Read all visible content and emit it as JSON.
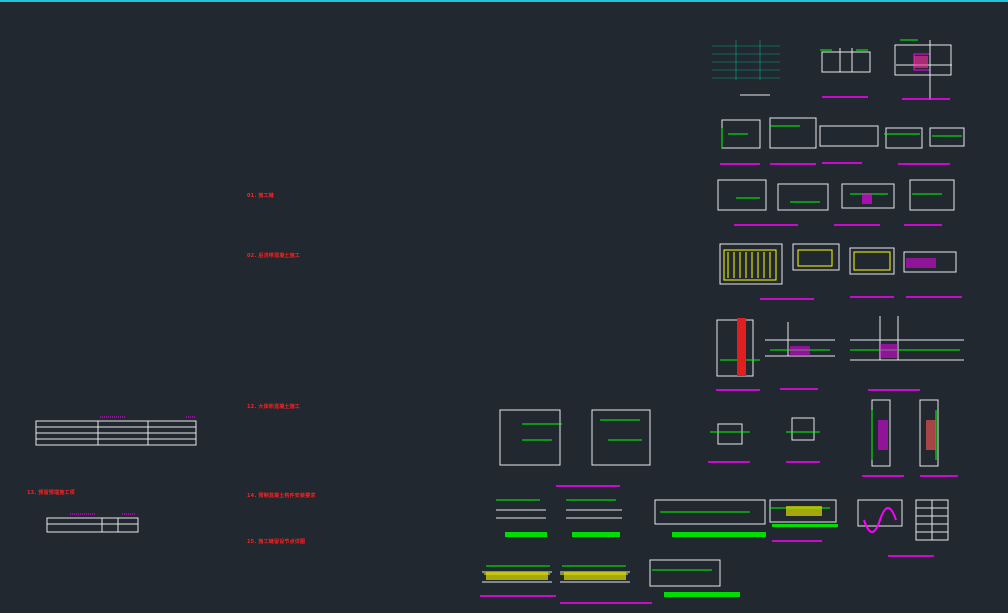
{
  "colors": {
    "bg": "#212830",
    "top_line": "#21c4d6",
    "note": "#ff2020",
    "white": "#e8e8e8",
    "magenta": "#ff00ff",
    "green": "#00ff00",
    "yellow": "#ffff00",
    "red": "#ff2020",
    "cyan": "#00ffff"
  },
  "notes": [
    {
      "id": "n1",
      "text": "01. 施工缝"
    },
    {
      "id": "n2",
      "text": "02. 后浇带混凝土施工"
    },
    {
      "id": "n3",
      "text": "12. 大体积混凝土施工"
    },
    {
      "id": "n4",
      "text": "13. 预留预埋施工项"
    },
    {
      "id": "n5",
      "text": "14. 预制混凝土构件安装要求"
    },
    {
      "id": "n6",
      "text": "15. 施工缝留设节点详图"
    }
  ]
}
